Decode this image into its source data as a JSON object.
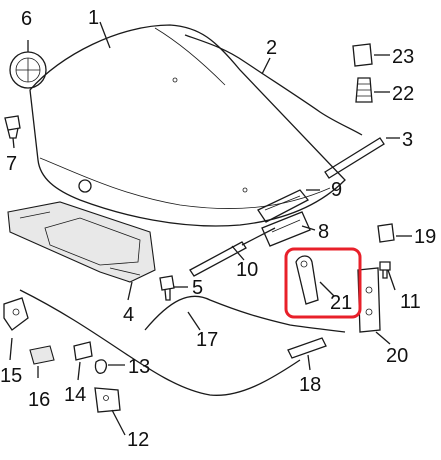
{
  "callouts": {
    "c1": "1",
    "c2": "2",
    "c3": "3",
    "c4": "4",
    "c5": "5",
    "c6": "6",
    "c7": "7",
    "c8": "8",
    "c9": "9",
    "c10": "10",
    "c11": "11",
    "c12": "12",
    "c13": "13",
    "c14": "14",
    "c15": "15",
    "c16": "16",
    "c17": "17",
    "c18": "18",
    "c19": "19",
    "c20": "20",
    "c21": "21",
    "c22": "22",
    "c23": "23"
  },
  "highlight": {
    "part": "21",
    "color": "#e8202a"
  },
  "colors": {
    "line": "#1a1a1a",
    "shade": "#e8e8e8"
  }
}
